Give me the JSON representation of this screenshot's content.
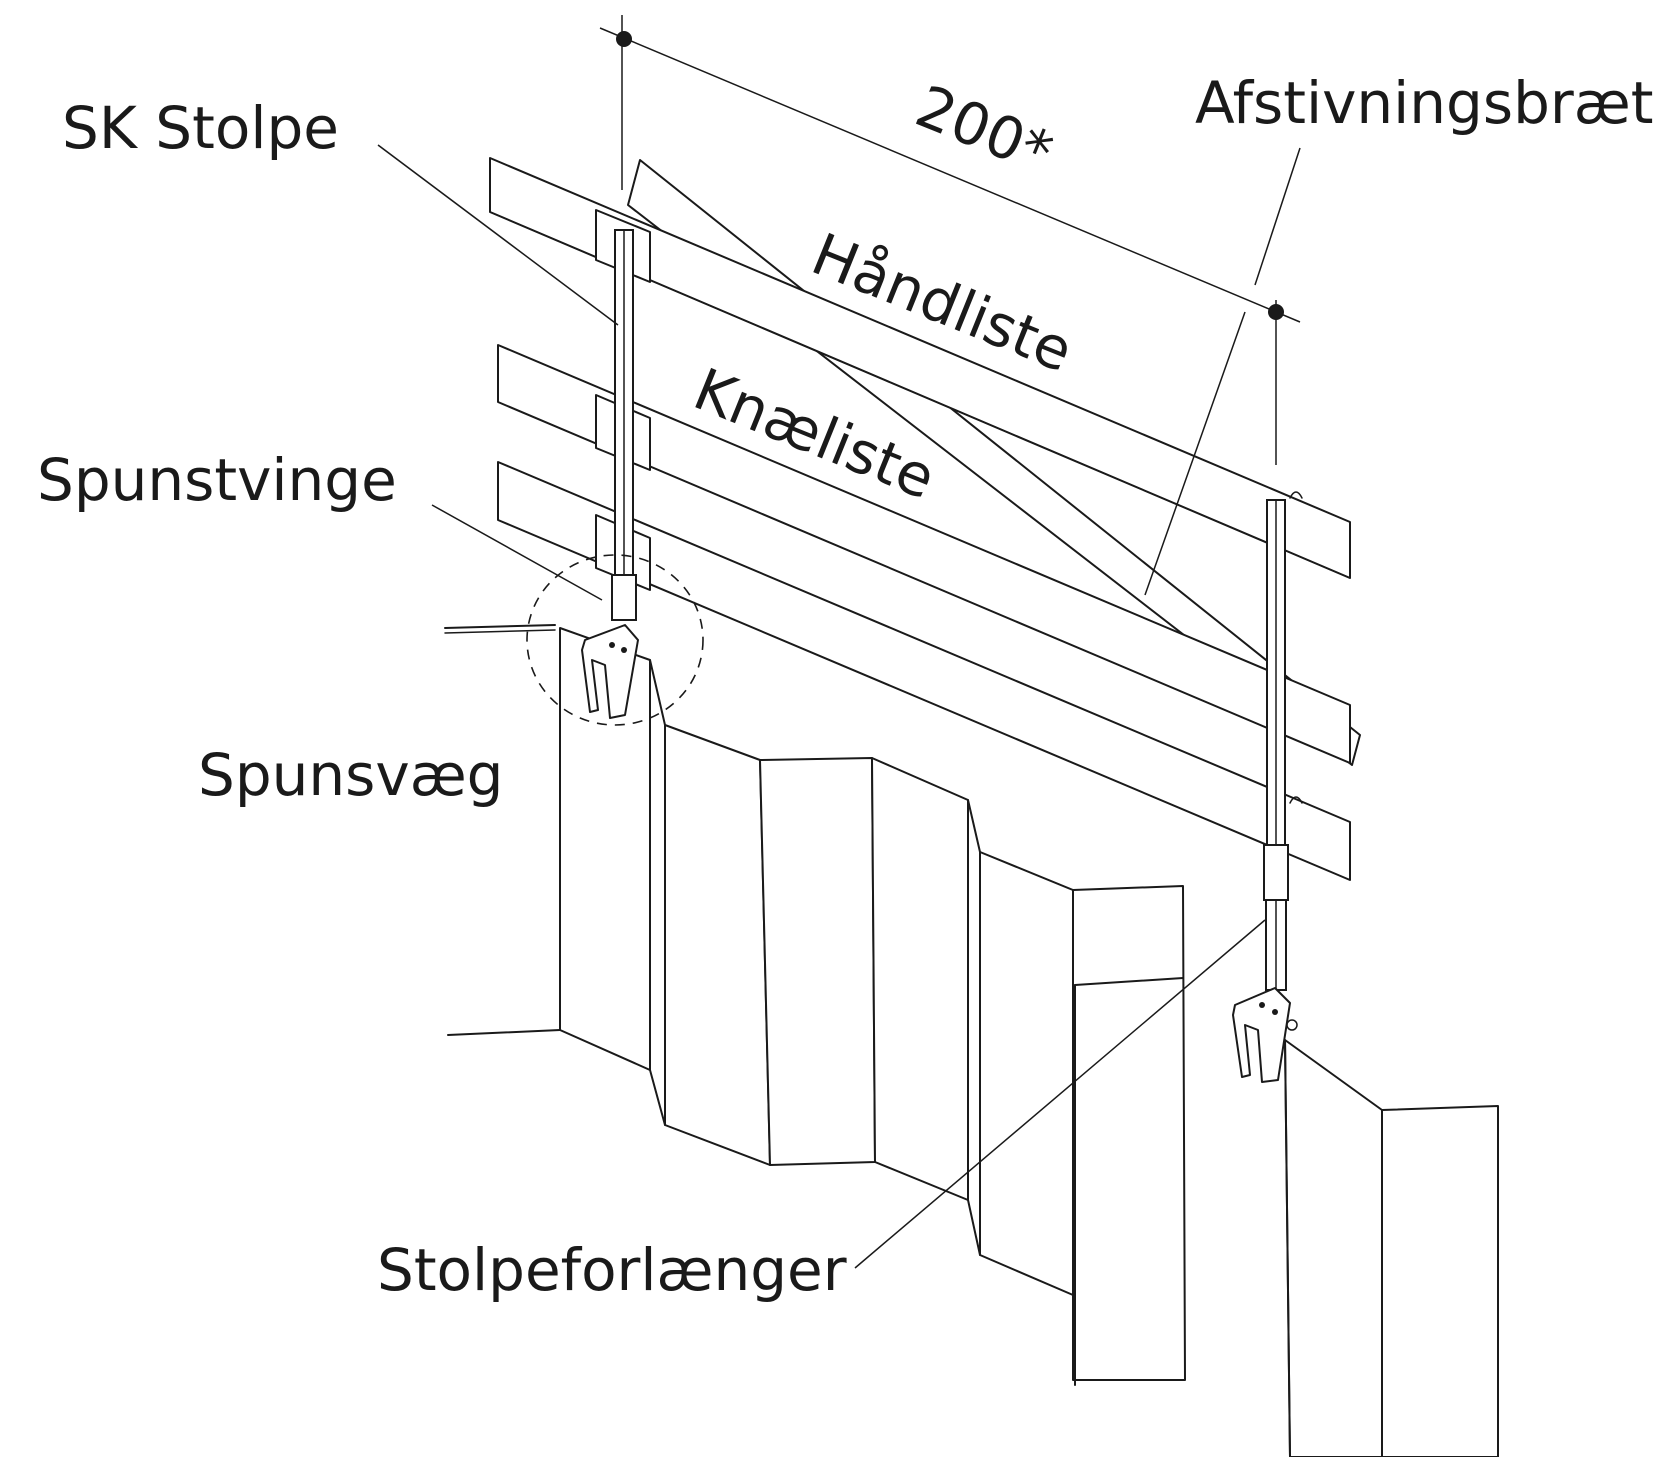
{
  "labels": {
    "sk_stolpe": "SK Stolpe",
    "afstivningsbraet": "Afstivningsbræt",
    "dimension": "200*",
    "haandliste": "Håndliste",
    "knaeliste": "Knæliste",
    "spunstvinge": "Spunstvinge",
    "spunsvaeg": "Spunsvæg",
    "stolpeforlaenger": "Stolpeforlænger"
  }
}
